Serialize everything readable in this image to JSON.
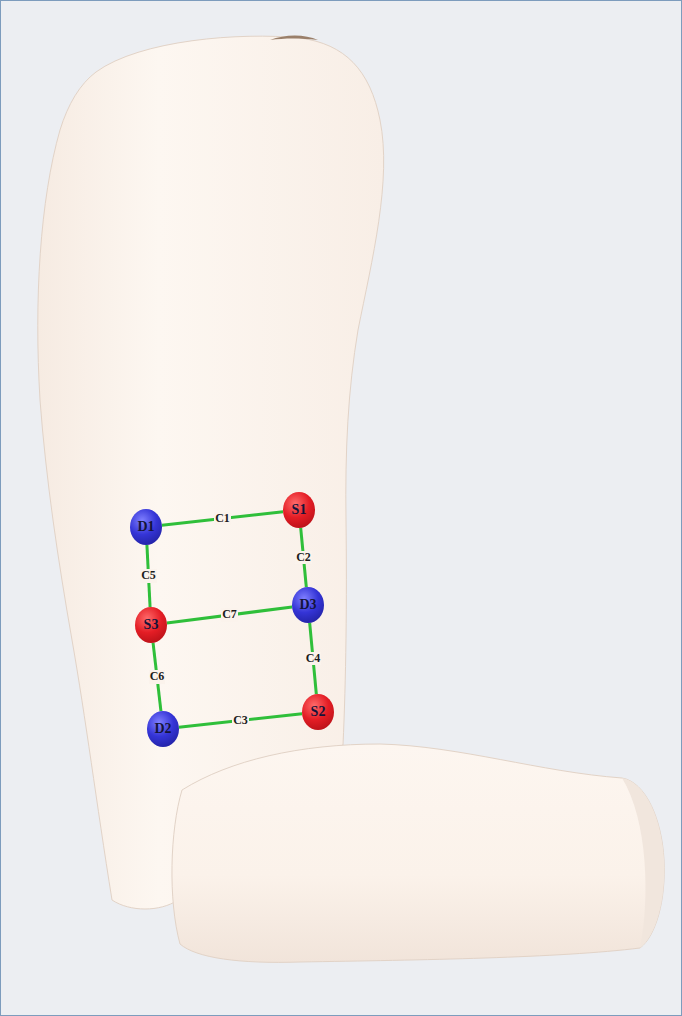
{
  "diagram": {
    "nodes": [
      {
        "text": [
          "D1"
        ]
      },
      {
        "text": [
          "S1"
        ]
      },
      {
        "text": [
          "S3"
        ]
      },
      {
        "text": [
          "D3"
        ]
      },
      {
        "text": [
          "D2"
        ]
      },
      {
        "text": [
          "S2"
        ]
      }
    ],
    "edges": [
      {
        "from": 0,
        "to": 1,
        "arrow": "none",
        "label": "C1"
      },
      {
        "from": 1,
        "to": 3,
        "arrow": "none",
        "label": "C2"
      },
      {
        "from": 4,
        "to": 5,
        "arrow": "none",
        "label": "C3"
      },
      {
        "from": 3,
        "to": 5,
        "arrow": "none",
        "label": "C4"
      },
      {
        "from": 0,
        "to": 2,
        "arrow": "none",
        "label": "C5"
      },
      {
        "from": 2,
        "to": 4,
        "arrow": "none",
        "label": "C6"
      },
      {
        "from": 2,
        "to": 3,
        "arrow": "none",
        "label": "C7"
      }
    ]
  }
}
